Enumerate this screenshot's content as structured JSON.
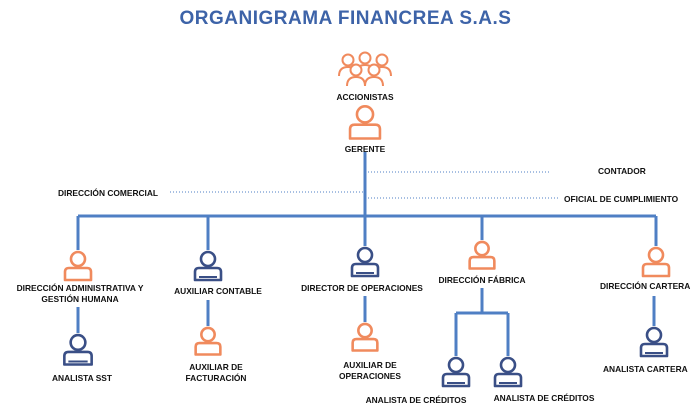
{
  "title": "ORGANIGRAMA FINANCREA S.A.S",
  "colors": {
    "title": "#3d63a8",
    "line": "#4f7fc4",
    "orange": "#f08a5d",
    "navy": "#3a4f86",
    "label": "#111111"
  },
  "nodes": {
    "accionistas": {
      "label": "ACCIONISTAS",
      "icon": "group-icon"
    },
    "gerente": {
      "label": "GERENTE",
      "icon": "person-icon"
    },
    "contador": {
      "label": "CONTADOR"
    },
    "direccion_comercial": {
      "label": "DIRECCIÓN COMERCIAL"
    },
    "oficial_cumplimiento": {
      "label": "OFICIAL DE CUMPLIMIENTO"
    },
    "dir_admin": {
      "label": "DIRECCIÓN ADMINISTRATIVA Y GESTIÓN HUMANA",
      "icon": "person-icon"
    },
    "auxiliar_contable": {
      "label": "AUXILIAR CONTABLE",
      "icon": "person-icon"
    },
    "director_operaciones": {
      "label": "DIRECTOR DE OPERACIONES",
      "icon": "person-icon"
    },
    "direccion_fabrica": {
      "label": "DIRECCIÓN FÁBRICA",
      "icon": "person-icon"
    },
    "direccion_cartera": {
      "label": "DIRECCIÓN CARTERA",
      "icon": "person-icon"
    },
    "analista_sst": {
      "label": "ANALISTA SST",
      "icon": "person-icon"
    },
    "auxiliar_facturacion": {
      "label": "AUXILIAR DE FACTURACIÓN",
      "icon": "person-icon"
    },
    "auxiliar_operaciones": {
      "label": "AUXILIAR DE OPERACIONES",
      "icon": "person-icon"
    },
    "analista_creditos_1": {
      "label": "ANALISTA DE CRÉDITOS",
      "icon": "person-icon"
    },
    "analista_creditos_2": {
      "label": "ANALISTA DE CRÉDITOS",
      "icon": "person-icon"
    },
    "analista_cartera": {
      "label": "ANALISTA CARTERA",
      "icon": "person-icon"
    }
  }
}
